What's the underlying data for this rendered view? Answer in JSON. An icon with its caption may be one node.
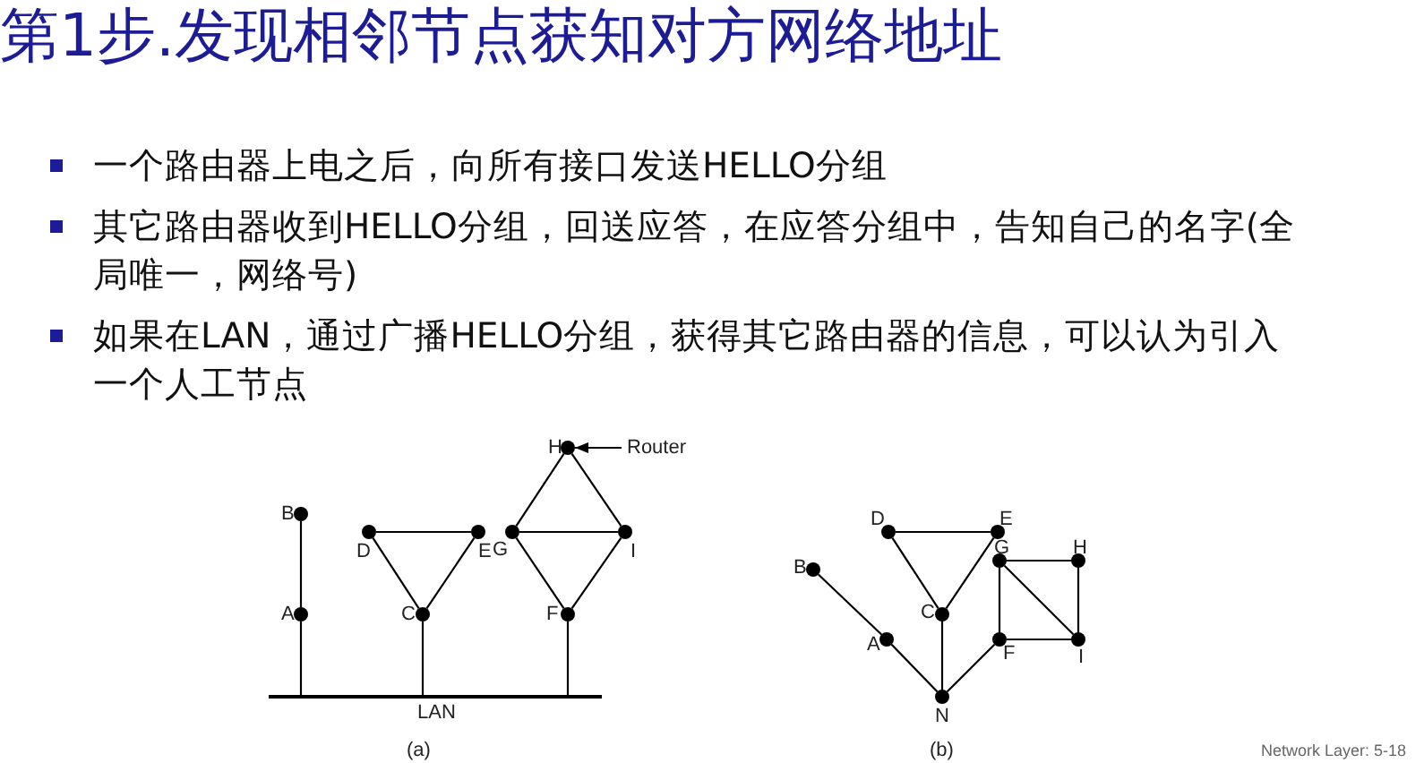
{
  "diagram": {
    "title": "第1步.发现相邻节点获知对方网络地址",
    "nodes": [
      {
        "text": [],
        "shape": "circle",
        "beside": [
          "B"
        ]
      },
      {
        "text": [],
        "shape": "circle",
        "beside": [
          "A"
        ]
      },
      {
        "text": [],
        "shape": "circle",
        "beside": [
          "D"
        ]
      },
      {
        "text": [],
        "shape": "circle",
        "beside": [
          "E"
        ]
      },
      {
        "text": [],
        "shape": "circle",
        "beside": [
          "C"
        ]
      },
      {
        "text": [],
        "shape": "circle",
        "beside": [
          "H"
        ]
      },
      {
        "text": [],
        "shape": "circle",
        "beside": [
          "G"
        ]
      },
      {
        "text": [],
        "shape": "circle",
        "beside": [
          "I"
        ]
      },
      {
        "text": [],
        "shape": "circle",
        "beside": [
          "F"
        ]
      },
      {
        "text": [],
        "shape": "bar",
        "beside": [
          "LAN"
        ]
      },
      {
        "text": [
          "Router"
        ]
      },
      {
        "text": [],
        "shape": "circle",
        "beside": [
          "B"
        ]
      },
      {
        "text": [],
        "shape": "circle",
        "beside": [
          "A"
        ]
      },
      {
        "text": [],
        "shape": "circle",
        "beside": [
          "D"
        ]
      },
      {
        "text": [],
        "shape": "circle",
        "beside": [
          "E"
        ]
      },
      {
        "text": [],
        "shape": "circle",
        "beside": [
          "C"
        ]
      },
      {
        "text": [],
        "shape": "circle",
        "beside": [
          "G"
        ]
      },
      {
        "text": [],
        "shape": "circle",
        "beside": [
          "H"
        ]
      },
      {
        "text": [],
        "shape": "circle",
        "beside": [
          "I"
        ]
      },
      {
        "text": [],
        "shape": "circle",
        "beside": [
          "F"
        ]
      },
      {
        "text": [],
        "shape": "circle",
        "beside": [
          "N"
        ]
      }
    ],
    "edges": [
      {
        "from": 0,
        "to": 1,
        "arrow": "none"
      },
      {
        "from": 1,
        "to": 9,
        "arrow": "none"
      },
      {
        "from": 2,
        "to": 3,
        "arrow": "none"
      },
      {
        "from": 2,
        "to": 4,
        "arrow": "none"
      },
      {
        "from": 3,
        "to": 4,
        "arrow": "none"
      },
      {
        "from": 4,
        "to": 9,
        "arrow": "none"
      },
      {
        "from": 5,
        "to": 6,
        "arrow": "none"
      },
      {
        "from": 5,
        "to": 7,
        "arrow": "none"
      },
      {
        "from": 6,
        "to": 7,
        "arrow": "none"
      },
      {
        "from": 6,
        "to": 8,
        "arrow": "none"
      },
      {
        "from": 7,
        "to": 8,
        "arrow": "none"
      },
      {
        "from": 8,
        "to": 9,
        "arrow": "none"
      },
      {
        "from": 10,
        "to": 5,
        "arrow": "to"
      },
      {
        "from": 11,
        "to": 12,
        "arrow": "none"
      },
      {
        "from": 12,
        "to": 20,
        "arrow": "none"
      },
      {
        "from": 13,
        "to": 14,
        "arrow": "none"
      },
      {
        "from": 13,
        "to": 15,
        "arrow": "none"
      },
      {
        "from": 14,
        "to": 15,
        "arrow": "none"
      },
      {
        "from": 15,
        "to": 20,
        "arrow": "none"
      },
      {
        "from": 16,
        "to": 17,
        "arrow": "none"
      },
      {
        "from": 17,
        "to": 18,
        "arrow": "none"
      },
      {
        "from": 16,
        "to": 18,
        "arrow": "none"
      },
      {
        "from": 16,
        "to": 19,
        "arrow": "none"
      },
      {
        "from": 19,
        "to": 18,
        "arrow": "none"
      },
      {
        "from": 19,
        "to": 20,
        "arrow": "none"
      }
    ],
    "labels": [
      "一个路由器上电之后，向所有接口发送HELLO分组",
      "其它路由器收到HELLO分组，回送应答，在应答分组中，告知自己的名字(全局唯一，网络号)",
      "如果在LAN，通过广播HELLO分组，获得其它路由器的信息，可以认为引入一个人工节点",
      "(a)",
      "(b)",
      "Network Layer: 5-18"
    ]
  }
}
